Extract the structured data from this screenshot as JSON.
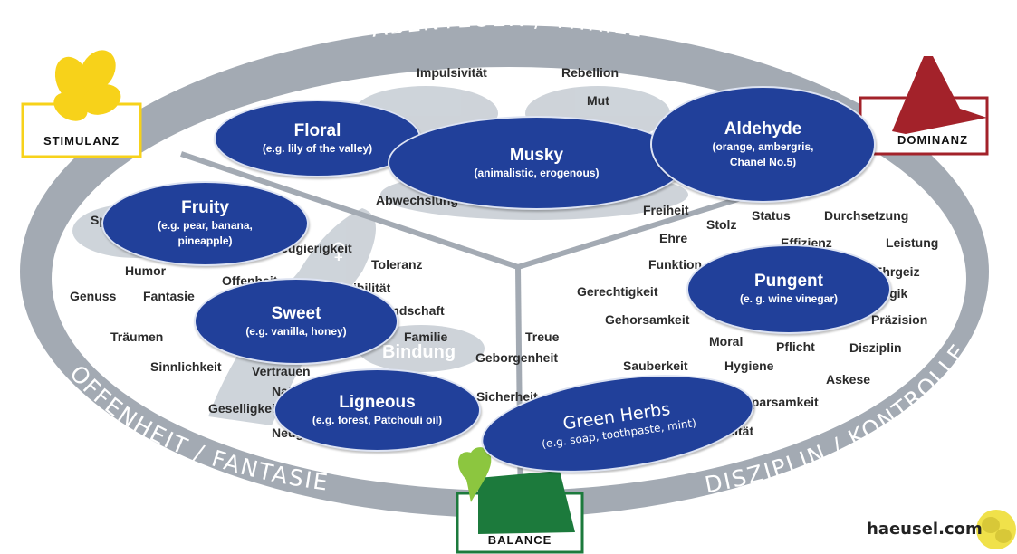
{
  "ring_labels": {
    "top": "ABENTEUER / THRILL",
    "left": "OFFENHEIT / FANTASIE",
    "right": "DISZIPLIN / KONTROLLE"
  },
  "corners": {
    "stimulanz": "STIMULANZ",
    "dominanz": "DOMINANZ",
    "balance": "BALANCE"
  },
  "zone_labels": [
    "Bindung"
  ],
  "words": [
    "Impulsivität",
    "Rebellion",
    "Mut",
    "Abwechslung",
    "Freiheit",
    "Stolz",
    "Status",
    "Durchsetzung",
    "Ehre",
    "Leistung",
    "Funktion",
    "Ehrgeiz",
    "Gerechtigkeit",
    "Gehorsamkeit",
    "Präzision",
    "Moral",
    "Pflicht",
    "Disziplin",
    "Sauberkeit",
    "Hygiene",
    "Askese",
    "sparsamkeit",
    "Qualität",
    "Humor",
    "Genuss",
    "Fantasie",
    "Träumen",
    "Sinnlichkeit",
    "Vertrauen",
    "Geselligkeit",
    "Toleranz",
    "Flexibilität",
    "Freundschaft",
    "Familie",
    "Treue",
    "Geborgenheit",
    "Sicherheit",
    "Neugier",
    "Offenheit",
    "Neugierigkeit",
    "Effizienz",
    "Logik",
    "Natur",
    "Spaß"
  ],
  "bubbles": [
    {
      "title": "Floral",
      "subtitle": "(e.g. lily of the valley)"
    },
    {
      "title": "Musky",
      "subtitle": "(animalistic, erogenous)"
    },
    {
      "title": "Aldehyde",
      "subtitle": "(orange, ambergris,",
      "subtitle2": "Chanel No.5)"
    },
    {
      "title": "Fruity",
      "subtitle": "(e.g. pear, banana,",
      "subtitle2": "pineapple)"
    },
    {
      "title": "Pungent",
      "subtitle": "(e. g. wine vinegar)"
    },
    {
      "title": "Sweet",
      "subtitle": "(e.g. vanilla, honey)"
    },
    {
      "title": "Ligneous",
      "subtitle": "(e.g. forest, Patchouli oil)"
    },
    {
      "title": "Green Herbs",
      "subtitle": "(e.g. soap, toothpaste, mint)"
    }
  ],
  "footer": {
    "site": "haeusel.com"
  },
  "colors": {
    "ring": "#a3aab3",
    "bubble": "#21409a",
    "stimulanz": "#f7d21a",
    "dominanz": "#a3222a",
    "balance_heart": "#8cc63f",
    "balance_flag": "#1c7a3c",
    "zones": "#c6ccd3"
  }
}
